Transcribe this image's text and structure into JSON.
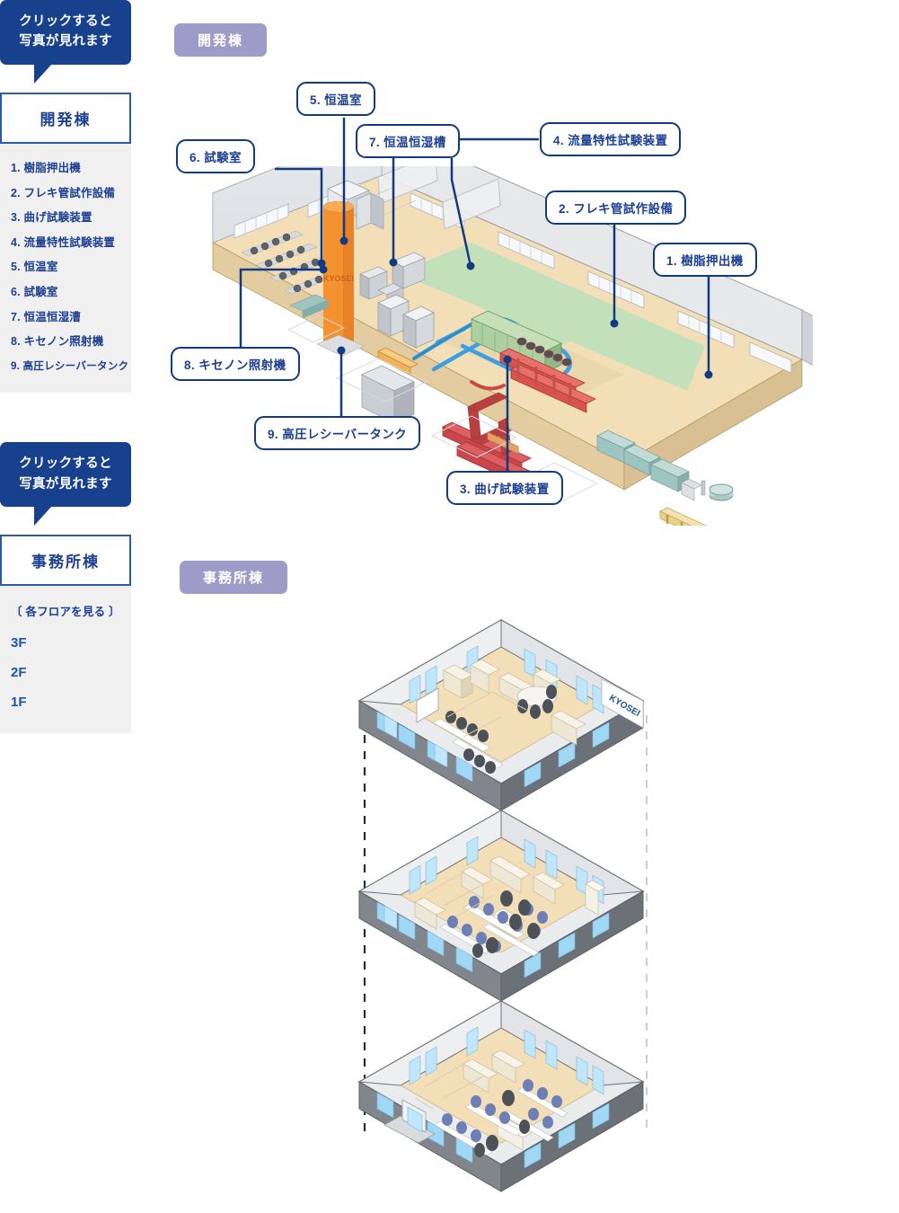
{
  "sidebar": {
    "tooltip_dev": {
      "line1": "クリックすると",
      "line2": "写真が見れます"
    },
    "dev_panel": {
      "title": "開発棟",
      "items": [
        "1. 樹脂押出機",
        "2. フレキ管試作設備",
        "3. 曲げ試験装置",
        "4. 流量特性試験装置",
        "5. 恒温室",
        "6. 試験室",
        "7. 恒温恒湿漕",
        "8. キセノン照射機",
        "9. 高圧レシーバータンク"
      ]
    },
    "tooltip_office": {
      "line1": "クリックすると",
      "line2": "写真が見れます"
    },
    "office_panel": {
      "title": "事務所棟",
      "floors_label": "〔 各フロアを見る 〕",
      "floors": [
        "3F",
        "2F",
        "1F"
      ]
    }
  },
  "sections": {
    "dev_badge": "開発棟",
    "office_badge": "事務所棟"
  },
  "callouts": [
    {
      "id": "c5",
      "label": "5. 恒温室"
    },
    {
      "id": "c6",
      "label": "6. 試験室"
    },
    {
      "id": "c7",
      "label": "7. 恒温恒湿槽"
    },
    {
      "id": "c4",
      "label": "4. 流量特性試験装置"
    },
    {
      "id": "c2",
      "label": "2. フレキ管試作設備"
    },
    {
      "id": "c1",
      "label": "1. 樹脂押出機"
    },
    {
      "id": "c8",
      "label": "8. キセノン照射機"
    },
    {
      "id": "c9",
      "label": "9. 高圧レシーバータンク"
    },
    {
      "id": "c3",
      "label": "3. 曲げ試験装置"
    }
  ],
  "building": {
    "logo_text": "KYOSEI",
    "tank_text": "KYOSEI"
  },
  "colors": {
    "navy": "#17418c",
    "link_blue": "#1c3f91",
    "badge_purple": "#9d9cc9",
    "panel_gray": "#f0f0f0",
    "floor_tan": "#f2dfb8",
    "wall_gray": "#6f7479",
    "lawn_green": "#bfe0bb",
    "tank_orange": "#f08a30",
    "machine_red": "#d24a48",
    "pipe_blue": "#3d9fe0"
  }
}
